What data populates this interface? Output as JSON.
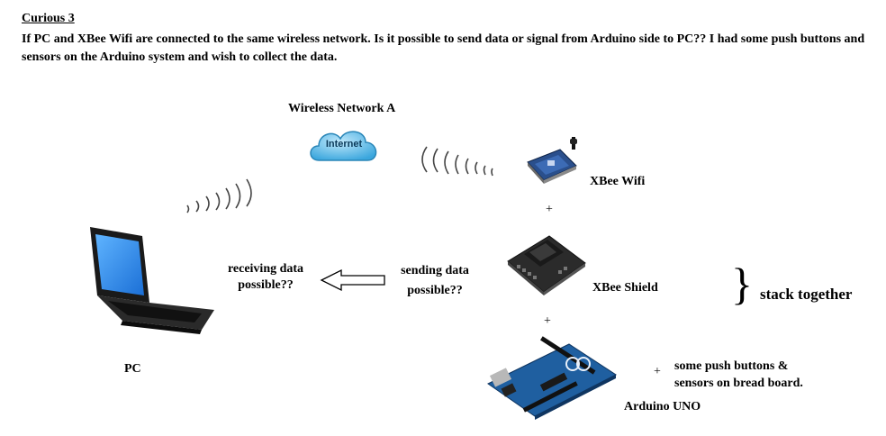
{
  "header": {
    "title": "Curious 3",
    "question": "If PC and XBee Wifi are connected to the same wireless network. Is it possible to send data or signal from Arduino side to PC?? I had some push buttons and sensors on the Arduino system and wish to collect the data."
  },
  "diagram": {
    "network_label": "Wireless Network A",
    "cloud_text": "Internet",
    "pc_label": "PC",
    "receiving_label": "receiving data possible??",
    "sending_label": "sending data possible??",
    "xbee_wifi_label": "XBee Wifi",
    "plus_1": "+",
    "xbee_shield_label": "XBee Shield",
    "plus_2": "+",
    "arduino_label": "Arduino UNO",
    "plus_3": "+",
    "extras_label": "some push buttons & sensors on bread board.",
    "brace_symbol": "}",
    "stack_label": "stack together",
    "colors": {
      "cloud": "#3aa6dd",
      "board_blue": "#1f5fa0",
      "xbee_blue": "#2a4f8c",
      "laptop": "#1a1a1a",
      "screen": "#1b6fd6"
    }
  }
}
